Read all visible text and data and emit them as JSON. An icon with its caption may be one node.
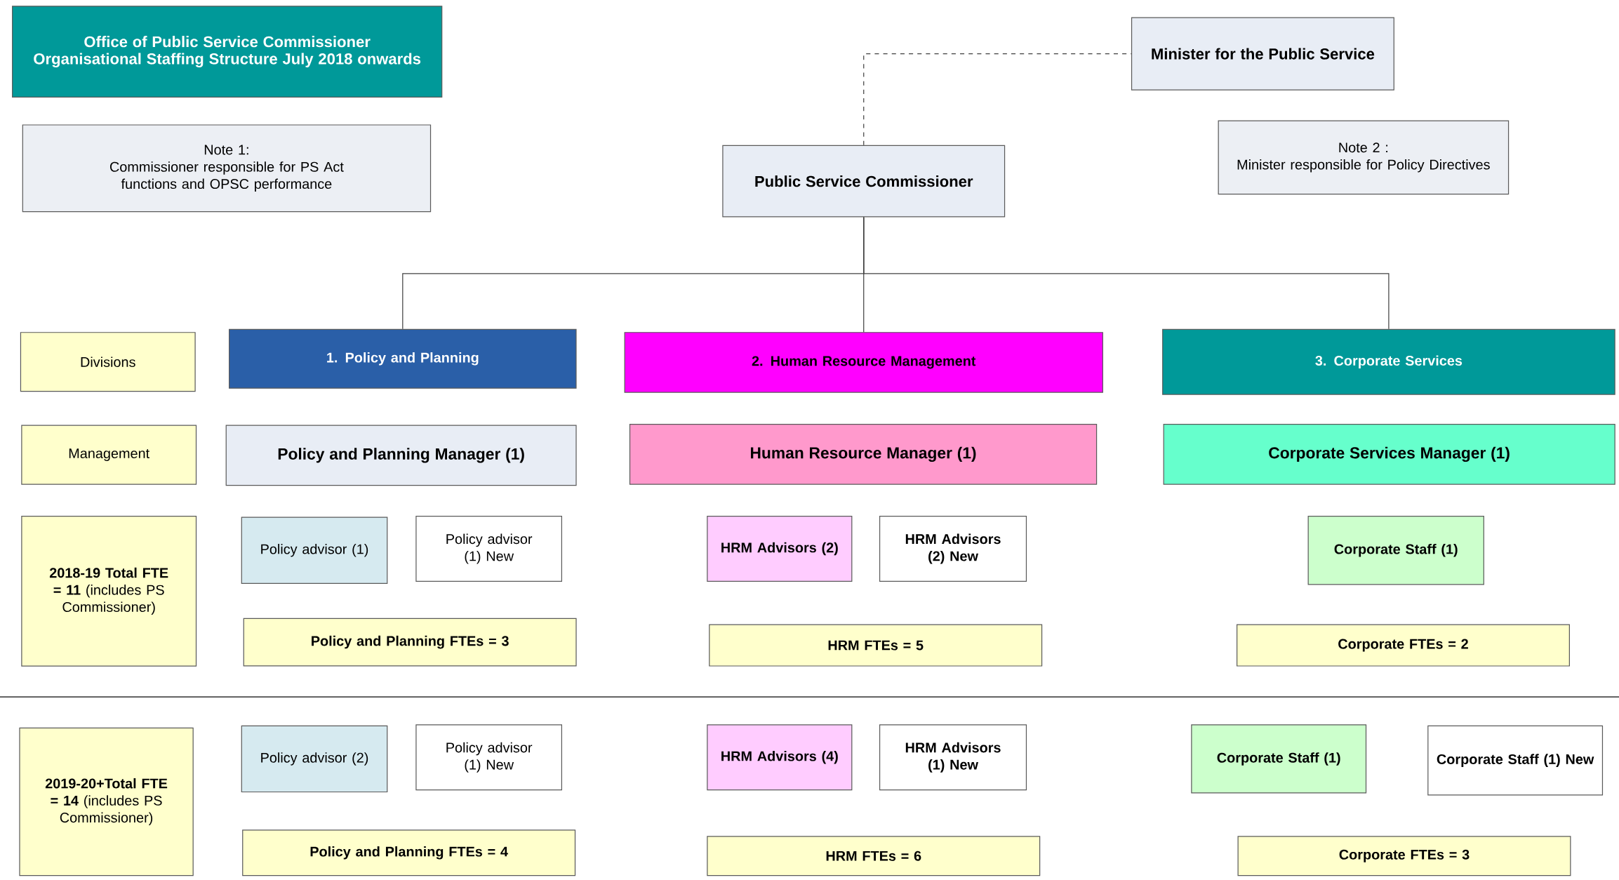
{
  "diagram": {
    "nodes": [
      {
        "text": [
          "Office of Public Service Commissioner Organisational Staffing Structure July 2018 onwards"
        ]
      },
      {
        "text": [
          "Note 1:",
          "Commissioner responsible for PS Act functions and OPSC performance"
        ]
      },
      {
        "text": [
          "Minister for the Public Service"
        ]
      },
      {
        "text": [
          "Note 2 :",
          "Minister responsible for Policy Directives"
        ]
      },
      {
        "text": [
          "Public Service Commissioner"
        ]
      },
      {
        "text": [
          "Divisions"
        ]
      },
      {
        "text": [
          "1. Policy and Planning"
        ]
      },
      {
        "text": [
          "2. Human Resource Management"
        ]
      },
      {
        "text": [
          "3. Corporate Services"
        ]
      },
      {
        "text": [
          "Management"
        ]
      },
      {
        "text": [
          "Policy and Planning Manager (1)"
        ]
      },
      {
        "text": [
          "Human Resource Manager (1)"
        ]
      },
      {
        "text": [
          "Corporate Services Manager (1)"
        ]
      },
      {
        "text": [
          "**2018-19 Total FTE = 11** (includes PS Commissioner)"
        ]
      },
      {
        "text": [
          "Policy advisor (1)"
        ]
      },
      {
        "text": [
          "Policy advisor (1) New"
        ]
      },
      {
        "text": [
          "HRM Advisors (2)"
        ]
      },
      {
        "text": [
          "HRM Advisors (2) New"
        ]
      },
      {
        "text": [
          "Corporate Staff (1)"
        ]
      },
      {
        "text": [
          "Policy and Planning FTEs = 3"
        ]
      },
      {
        "text": [
          "HRM FTEs = 5"
        ]
      },
      {
        "text": [
          "Corporate FTEs = 2"
        ]
      },
      {
        "text": [
          "**2019-20+Total FTE = 14** (includes PS Commissioner)"
        ]
      },
      {
        "text": [
          "Policy advisor (2)"
        ]
      },
      {
        "text": [
          "Policy advisor (1) New"
        ]
      },
      {
        "text": [
          "HRM Advisors (4)"
        ]
      },
      {
        "text": [
          "HRM Advisors (1) New"
        ]
      },
      {
        "text": [
          "Corporate Staff (1)"
        ]
      },
      {
        "text": [
          "Corporate Staff (1) New"
        ]
      },
      {
        "text": [
          "Policy and Planning FTEs = 4"
        ]
      },
      {
        "text": [
          "HRM FTEs = 6"
        ]
      },
      {
        "text": [
          "Corporate FTEs = 3"
        ]
      }
    ],
    "edges": [
      {
        "from": 4,
        "to": 2,
        "arrow": "none",
        "style": "dashed"
      },
      {
        "from": 4,
        "to": 6,
        "arrow": "none"
      },
      {
        "from": 4,
        "to": 7,
        "arrow": "none"
      },
      {
        "from": 4,
        "to": 8,
        "arrow": "none"
      }
    ]
  }
}
